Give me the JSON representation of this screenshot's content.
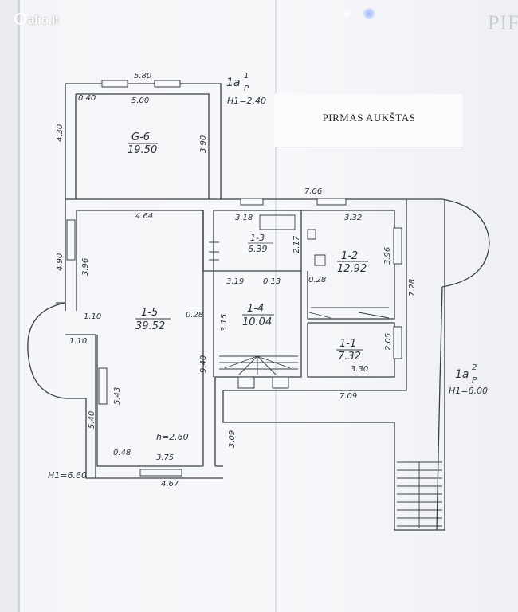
{
  "brand": {
    "logo_text": "alio.lt"
  },
  "corner_fragment": "PIF",
  "title": "PIRMAS AUKŠTAS",
  "rooms": [
    {
      "id": "G-6",
      "area": "19.50"
    },
    {
      "id": "1-5",
      "area": "39.52"
    },
    {
      "id": "1-3",
      "area": "6.39"
    },
    {
      "id": "1-2",
      "area": "12.92"
    },
    {
      "id": "1-4",
      "area": "10.04"
    },
    {
      "id": "1-1",
      "area": "7.32"
    }
  ],
  "floor_marks": {
    "upper": {
      "code": "1a",
      "sub": "P",
      "sup": "1",
      "height": "H1=2.40"
    },
    "right": {
      "code": "1a",
      "sub": "P",
      "sup": "2",
      "height": "H1=6.00"
    },
    "left_height": "H1=6.60",
    "room_height": "h=2.60"
  },
  "dimensions": {
    "g6_outer": "5.80",
    "g6_inner": "5.00",
    "g6_wall": "0.40",
    "g6_left": "4.30",
    "g6_right": "3.90",
    "top_total": "7.06",
    "r15_top": "4.64",
    "r13_top": "3.18",
    "r12_top": "3.32",
    "left_outer": "4.90",
    "left_inner": "3.96",
    "r13_h": "2.17",
    "r12_h": "3.96",
    "right_total": "7.28",
    "r14_left": "3.19",
    "r14_mid": "0.13",
    "r14_right": "0.28",
    "bay_a": "1.10",
    "bay_b": "1.10",
    "wall_a": "0.28",
    "r14_h": "3.15",
    "r15_right": "9.40",
    "r15_bay": "5.43",
    "r15_left_low": "5.40",
    "r11_h": "2.05",
    "r11_w": "3.30",
    "bottom_right": "7.09",
    "corr_h": "3.09",
    "bottom_wall": "0.48",
    "bottom_inner": "3.75",
    "bottom_outer": "4.67"
  }
}
